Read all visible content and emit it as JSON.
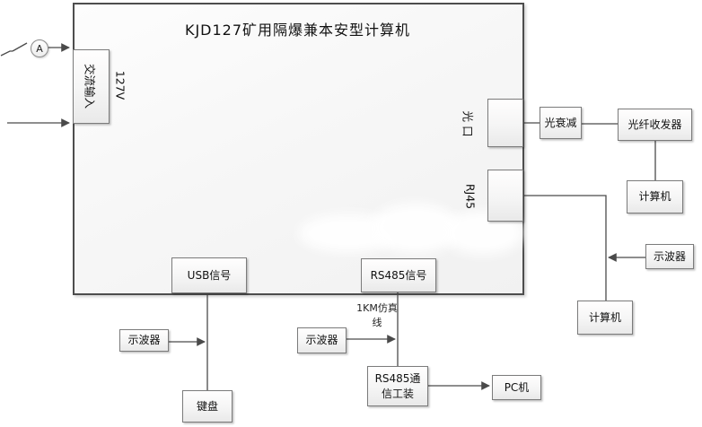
{
  "diagram_title": "KJD127矿用隔爆兼本安型计算机",
  "power_input": {
    "ammeter": "A",
    "box_label": "交流输入",
    "voltage": "127V"
  },
  "ports": {
    "optical": "光 口",
    "rj45": "RJ45"
  },
  "optical_branch": {
    "attenuator": "光衰减",
    "transceiver": "光纤收发器",
    "computer": "计算机"
  },
  "rj45_branch": {
    "oscilloscope": "示波器",
    "computer": "计算机"
  },
  "usb_branch": {
    "connector": "USB信号",
    "oscilloscope": "示波器",
    "keyboard": "键盘"
  },
  "rs485_branch": {
    "connector": "RS485信号",
    "cable_label": "1KM仿真线",
    "oscilloscope": "示波器",
    "comm_tool": "RS485通信工装",
    "pc": "PC机"
  },
  "colors": {
    "wire": "#4a4a4a",
    "box_border": "#7b7b7b",
    "main_border": "#4d4d4d",
    "text": "#141414"
  }
}
